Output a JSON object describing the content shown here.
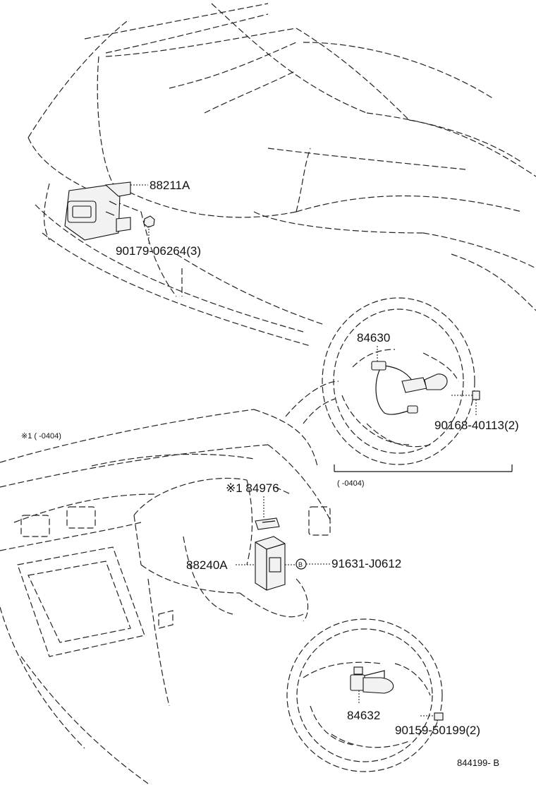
{
  "labels": {
    "radar_sensor": "88211A",
    "radar_bolt": "90179-06264(3)",
    "steering_switch_upper": "84630",
    "steering_screw_upper": "90168-40113(2)",
    "range_upper": "(    -0404)",
    "note_range": "※1 (    -0404)",
    "switch_84976": "※1 84976",
    "computer_88240A": "88240A",
    "clip_91631": "91631-J0612",
    "steering_switch_lower": "84632",
    "steering_screw_lower": "90159-50199(2)",
    "figure_code": "844199- B"
  },
  "callout_marker": "B"
}
